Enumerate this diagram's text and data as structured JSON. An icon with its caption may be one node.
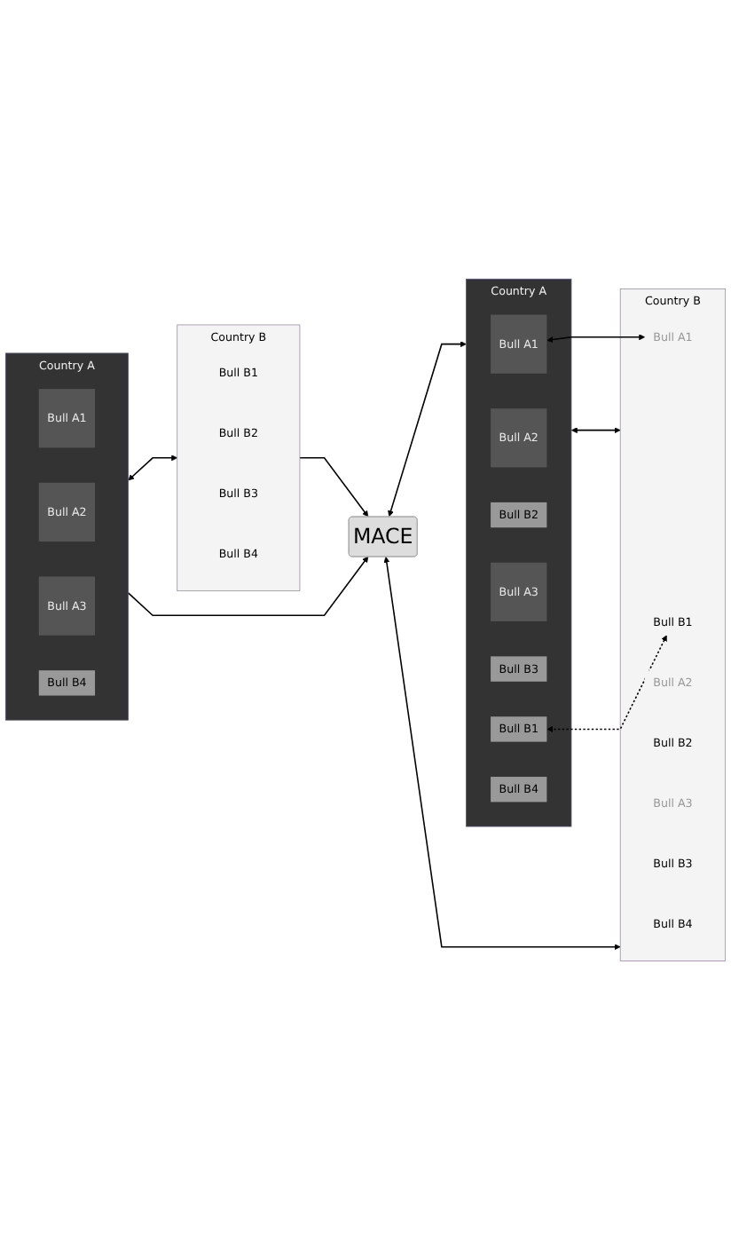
{
  "diagram": {
    "nodes": [
      {
        "text": [
          "Country A"
        ]
      },
      {
        "text": [
          "Bull A1"
        ],
        "in": 0
      },
      {
        "text": [
          "Bull A2"
        ],
        "in": 0
      },
      {
        "text": [
          "Bull A3"
        ],
        "in": 0
      },
      {
        "text": [
          "Bull B4"
        ],
        "in": 0
      },
      {
        "text": [
          "Country B"
        ]
      },
      {
        "text": [
          "Bull B1"
        ],
        "in": 5
      },
      {
        "text": [
          "Bull B2"
        ],
        "in": 5
      },
      {
        "text": [
          "Bull B3"
        ],
        "in": 5
      },
      {
        "text": [
          "Bull B4"
        ],
        "in": 5
      },
      {
        "text": [
          "MACE"
        ]
      },
      {
        "text": [
          "Country A"
        ]
      },
      {
        "text": [
          "Bull A1"
        ],
        "in": 11
      },
      {
        "text": [
          "Bull A2"
        ],
        "in": 11
      },
      {
        "text": [
          "Bull B2"
        ],
        "in": 11
      },
      {
        "text": [
          "Bull A3"
        ],
        "in": 11
      },
      {
        "text": [
          "Bull B3"
        ],
        "in": 11
      },
      {
        "text": [
          "Bull B1"
        ],
        "in": 11
      },
      {
        "text": [
          "Bull B4"
        ],
        "in": 11
      },
      {
        "text": [
          "Country B"
        ]
      },
      {
        "text": [
          "Bull B1"
        ],
        "in": 19
      },
      {
        "text": [
          "Bull A1"
        ],
        "in": 19
      },
      {
        "text": [
          "Bull A2"
        ],
        "in": 19
      },
      {
        "text": [
          "Bull B2"
        ],
        "in": 19
      },
      {
        "text": [
          "Bull A3"
        ],
        "in": 19
      },
      {
        "text": [
          "Bull B3"
        ],
        "in": 19
      },
      {
        "text": [
          "Bull B4"
        ],
        "in": 19
      }
    ],
    "edges": [
      {
        "from": 0,
        "to": 5,
        "arrow": "both"
      },
      {
        "from": 0,
        "to": 10,
        "arrow": "to"
      },
      {
        "from": 5,
        "to": 10,
        "arrow": "to"
      },
      {
        "from": 10,
        "to": 11,
        "arrow": "both"
      },
      {
        "from": 10,
        "to": 19,
        "arrow": "both"
      },
      {
        "from": 11,
        "to": 19,
        "arrow": "both"
      },
      {
        "from": 12,
        "to": 21,
        "arrow": "both"
      },
      {
        "from": 17,
        "to": 20,
        "arrow": "both",
        "style": "dashed"
      }
    ]
  }
}
